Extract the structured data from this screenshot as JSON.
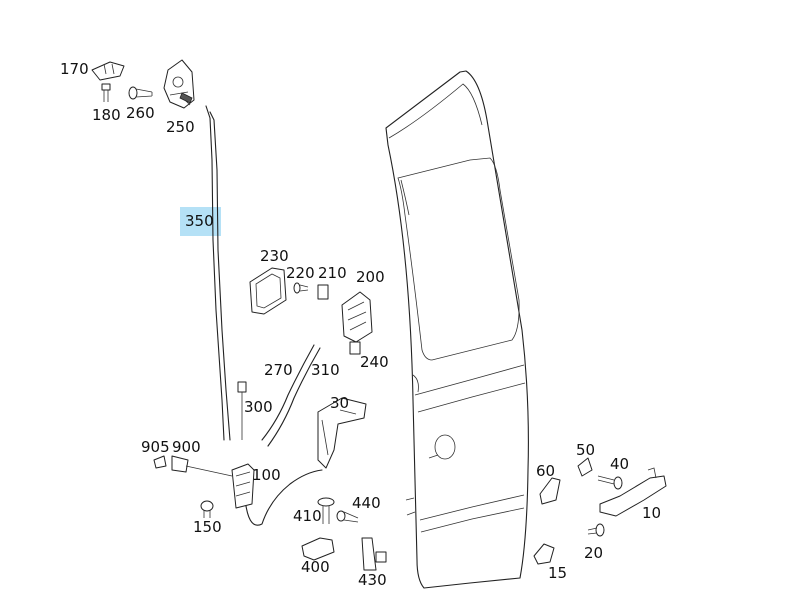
{
  "diagram": {
    "highlighted_label": "350",
    "labels": [
      {
        "id": "170",
        "text": "170"
      },
      {
        "id": "180",
        "text": "180"
      },
      {
        "id": "260",
        "text": "260"
      },
      {
        "id": "250",
        "text": "250"
      },
      {
        "id": "350",
        "text": "350"
      },
      {
        "id": "230",
        "text": "230"
      },
      {
        "id": "220",
        "text": "220"
      },
      {
        "id": "210",
        "text": "210"
      },
      {
        "id": "200",
        "text": "200"
      },
      {
        "id": "240",
        "text": "240"
      },
      {
        "id": "270",
        "text": "270"
      },
      {
        "id": "310",
        "text": "310"
      },
      {
        "id": "300",
        "text": "300"
      },
      {
        "id": "30",
        "text": "30"
      },
      {
        "id": "905",
        "text": "905"
      },
      {
        "id": "900",
        "text": "900"
      },
      {
        "id": "100",
        "text": "100"
      },
      {
        "id": "150",
        "text": "150"
      },
      {
        "id": "410",
        "text": "410"
      },
      {
        "id": "440",
        "text": "440"
      },
      {
        "id": "400",
        "text": "400"
      },
      {
        "id": "430",
        "text": "430"
      },
      {
        "id": "50",
        "text": "50"
      },
      {
        "id": "60",
        "text": "60"
      },
      {
        "id": "40",
        "text": "40"
      },
      {
        "id": "10",
        "text": "10"
      },
      {
        "id": "20",
        "text": "20"
      },
      {
        "id": "15",
        "text": "15"
      }
    ]
  }
}
